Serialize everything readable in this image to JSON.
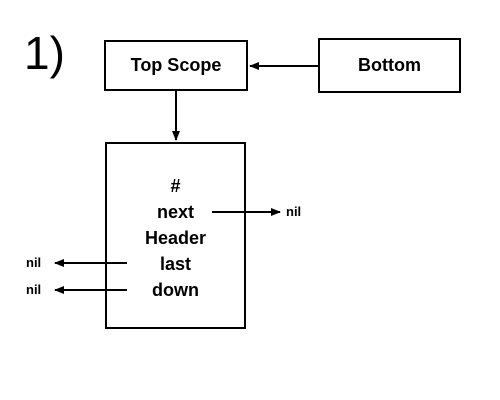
{
  "step_number": "1)",
  "boxes": {
    "top_scope": "Top Scope",
    "bottom": "Bottom"
  },
  "header_node": {
    "fields": {
      "hash": "#",
      "next": "next",
      "header": "Header",
      "last": "last",
      "down": "down"
    }
  },
  "pointers": {
    "next_target": "nil",
    "last_target": "nil",
    "down_target": "nil"
  },
  "colors": {
    "stroke": "#000000",
    "background": "#ffffff"
  }
}
